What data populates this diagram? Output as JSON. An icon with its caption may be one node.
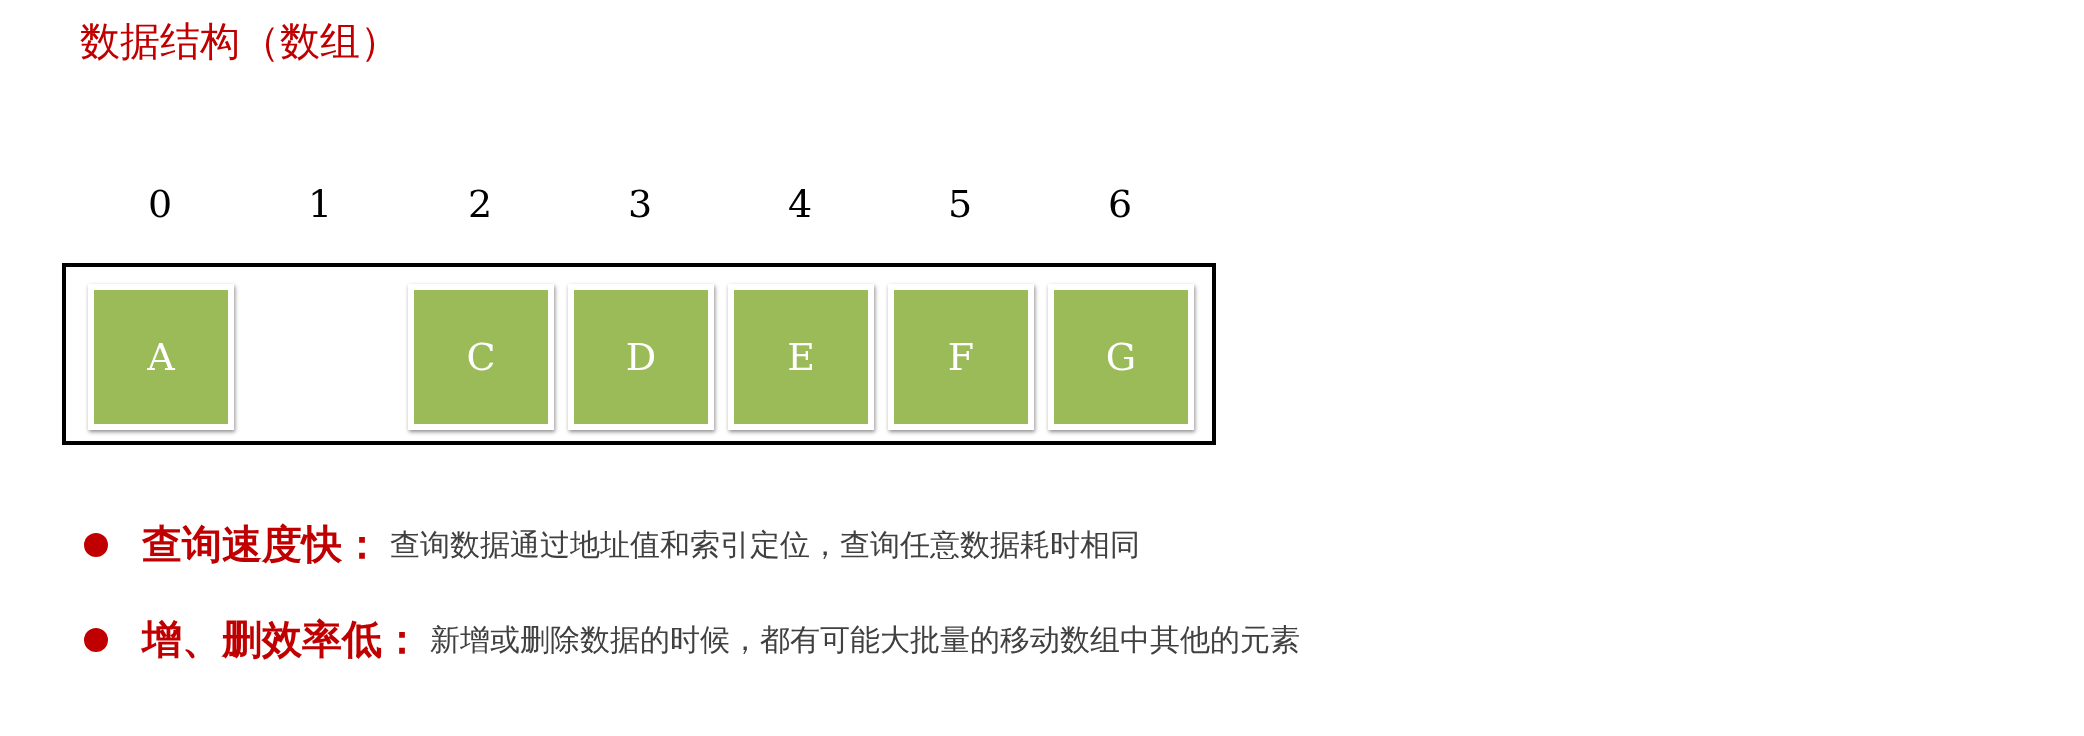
{
  "diagram": {
    "title": "数据结构（数组）",
    "nodes": [
      {
        "text": [],
        "shape": "box"
      },
      {
        "text": [
          "A"
        ],
        "in": 0
      },
      {
        "text": [
          "C"
        ],
        "in": 0
      },
      {
        "text": [
          "D"
        ],
        "in": 0
      },
      {
        "text": [
          "E"
        ],
        "in": 0
      },
      {
        "text": [
          "F"
        ],
        "in": 0
      },
      {
        "text": [
          "G"
        ],
        "in": 0
      }
    ],
    "edges": [],
    "labels": [
      "0",
      "1",
      "2",
      "3",
      "4",
      "5",
      "6",
      "查询速度快：",
      "查询数据通过地址值和索引定位，查询任意数据耗时相同",
      "增、删效率低：",
      "新增或删除数据的时候，都有可能大批量的移动数组中其他的元素"
    ]
  }
}
